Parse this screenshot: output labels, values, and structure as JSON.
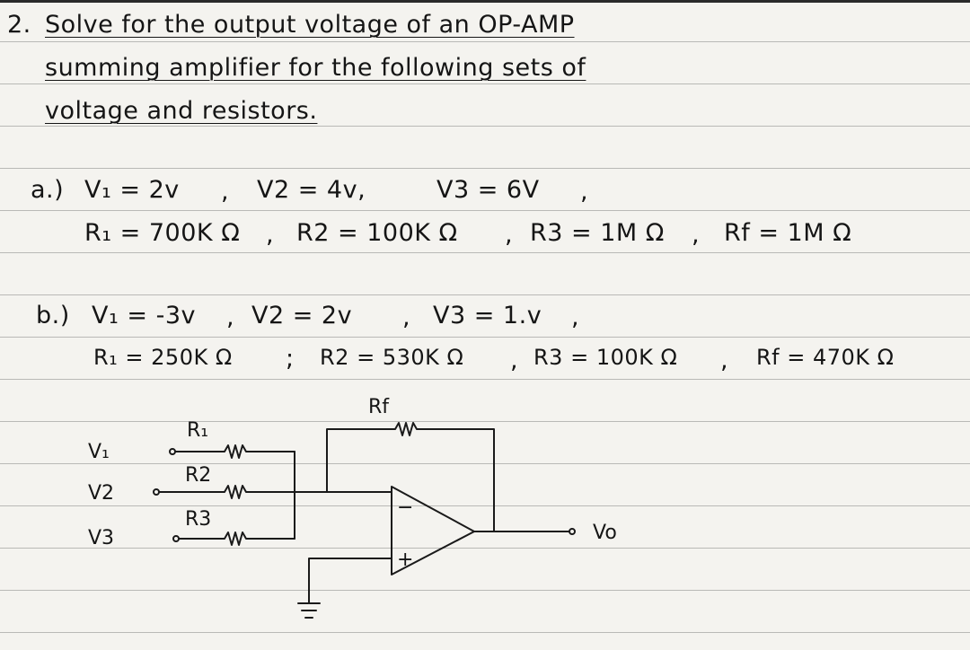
{
  "question": {
    "number": "2.",
    "line1": "Solve for the output voltage of an OP-AMP",
    "line2": "summing amplifier for the following sets of",
    "line3": "voltage and resistors."
  },
  "part_a": {
    "label": "a.)",
    "v1": "V₁ = 2v",
    "v2": "V2 = 4v,",
    "v3": "V3 = 6V",
    "r1": "R₁ = 700K Ω",
    "r2": "R2 = 100K Ω",
    "r3": "R3 = 1M Ω",
    "rf": "Rf = 1M Ω"
  },
  "part_b": {
    "label": "b.)",
    "v1": "V₁ = -3v",
    "v2": "V2 = 2v",
    "v3": "V3 = 1.v",
    "r1": "R₁ = 250K Ω",
    "r2": "R2 = 530K Ω",
    "r3": "R3 = 100K Ω",
    "rf": "Rf = 470K Ω"
  },
  "circuit": {
    "rf_label": "Rf",
    "r1_label": "R₁",
    "r2_label": "R2",
    "r3_label": "R3",
    "v1_label": "V₁",
    "v2_label": "V2",
    "v3_label": "V3",
    "vo_label": "Vo",
    "minus_sign": "−",
    "plus_sign": "+"
  }
}
